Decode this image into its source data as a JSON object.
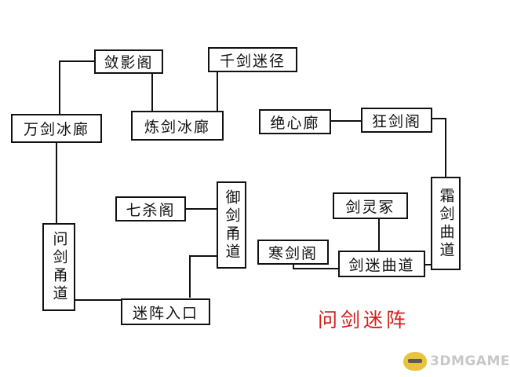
{
  "diagram": {
    "title": "问剑迷阵",
    "watermark": "3DMGAME",
    "nodes": {
      "lianying_ge": "敛影阁",
      "qianjian_mijing": "千剑迷径",
      "wanjian_binglang": "万剑冰廊",
      "lianjian_binglang": "炼剑冰廊",
      "juexin_lang": "绝心廊",
      "kuangjian_ge": "狂剑阁",
      "qisha_ge": "七杀阁",
      "yujian_yongdao": "御剑甬道",
      "jianling_zhong": "剑灵冢",
      "shuangjian_qudao": "霜剑曲道",
      "hanjian_ge": "寒剑阁",
      "jianmi_qudao": "剑迷曲道",
      "wenjian_yongdao": "问剑甬道",
      "mizhen_rukou": "迷阵入口"
    }
  }
}
